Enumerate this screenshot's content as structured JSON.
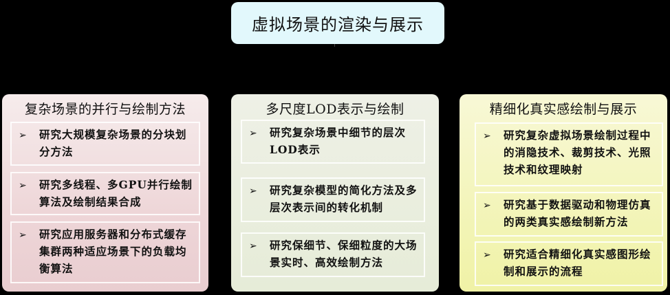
{
  "title": "虚拟场景的渲染与展示",
  "panels": [
    {
      "title": "复杂场景的并行与绘制方法",
      "items": [
        {
          "bullet": "➢",
          "text": "研究大规模复杂场景的分块划分方法"
        },
        {
          "bullet": "➢",
          "text": "研究多线程、多GPU并行绘制算法及绘制结果合成"
        },
        {
          "bullet": "➢",
          "text": "研究应用服务器和分布式缓存集群两种适应场景下的负载均衡算法"
        }
      ]
    },
    {
      "title": "多尺度LOD表示与绘制",
      "items": [
        {
          "bullet": "➢",
          "text": "研究复杂场景中细节的层次LOD表示"
        },
        {
          "bullet": "➢",
          "text": "研究复杂模型的简化方法及多层次表示间的转化机制"
        },
        {
          "bullet": "➢",
          "text": "研究保细节、保细粒度的大场景实时、高效绘制方法"
        }
      ]
    },
    {
      "title": "精细化真实感绘制与展示",
      "items": [
        {
          "bullet": "➢",
          "text": "研究复杂虚拟场景绘制过程中的消隐技术、裁剪技术、光照技术和纹理映射"
        },
        {
          "bullet": "➢",
          "text": "研究基于数据驱动和物理仿真的两类真实感绘制新方法"
        },
        {
          "bullet": "➢",
          "text": "研究适合精细化真实感图形绘制和展示的流程"
        }
      ]
    }
  ],
  "colors": {
    "background": "#000000",
    "title_box": "#e2f8fc",
    "panel_left": "#eed6d8",
    "panel_middle": "#e6ecd8",
    "panel_right": "#f2f4b4"
  }
}
